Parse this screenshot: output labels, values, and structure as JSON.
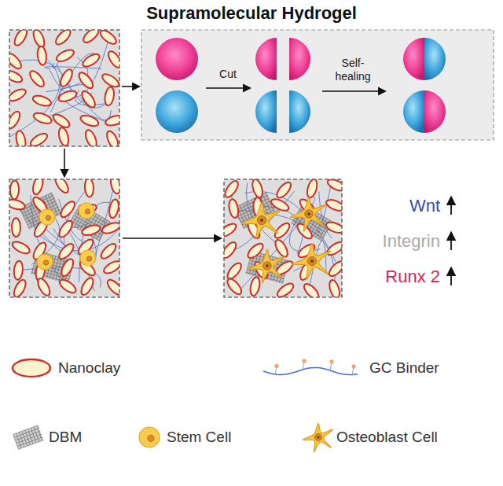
{
  "diagram": {
    "title": "Supramolecular Hydrogel",
    "nodes": [
      {
        "text": [
          "Cut",
          "Self-healing"
        ]
      }
    ],
    "labels": [
      "Wnt",
      "Integrin",
      "Runx 2"
    ],
    "legend": [
      {
        "text": "Nanoclay"
      },
      {
        "text": "GC Binder"
      },
      {
        "text": "DBM"
      },
      {
        "text": "Stem Cell"
      },
      {
        "text": "Osteoblast Cell"
      }
    ]
  }
}
